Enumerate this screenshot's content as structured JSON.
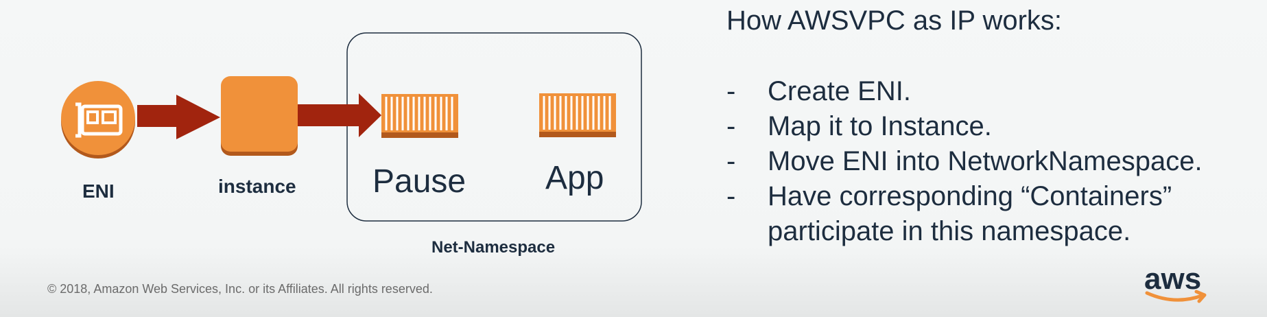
{
  "diagram": {
    "nodes": {
      "eni": {
        "label": "ENI",
        "icon": "network-interface-icon"
      },
      "instance": {
        "label": "instance",
        "icon": "instance-icon"
      },
      "pause": {
        "label": "Pause",
        "icon": "container-icon"
      },
      "app": {
        "label": "App",
        "icon": "container-icon"
      }
    },
    "namespace_label": "Net-Namespace",
    "colors": {
      "orange": "#f0913a",
      "orange_shadow": "#b2591c",
      "arrow": "#a1240e",
      "text": "#1d2d3f"
    }
  },
  "explanation": {
    "title": "How AWSVPC as IP works:",
    "bullet": "-",
    "steps": [
      "Create ENI.",
      "Map it to Instance.",
      "Move ENI into NetworkNamespace.",
      "Have corresponding “Containers” participate in this namespace."
    ]
  },
  "footer": {
    "copyright": "© 2018, Amazon Web Services, Inc. or its Affiliates. All rights reserved.",
    "logo_text": "aws",
    "logo_icon": "aws-logo-icon"
  }
}
